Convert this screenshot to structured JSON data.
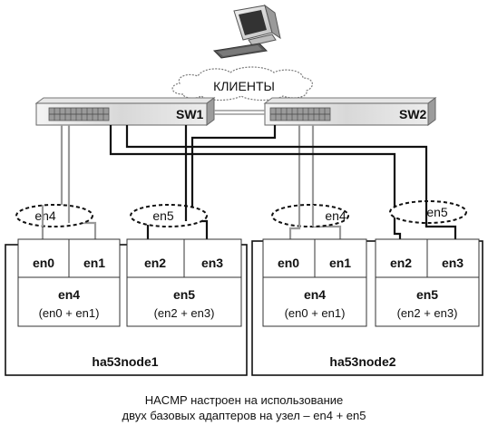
{
  "network": {
    "clients_label": "КЛИЕНТЫ",
    "switch1_label": "SW1",
    "switch2_label": "SW2"
  },
  "node1": {
    "name": "ha53node1",
    "adapters": [
      "en0",
      "en1",
      "en2",
      "en3"
    ],
    "agg1": {
      "name": "en4",
      "members": "(en0 + en1)"
    },
    "agg2": {
      "name": "en5",
      "members": "(en2 + en3)"
    },
    "ellipse1": "en4",
    "ellipse2": "en5"
  },
  "node2": {
    "name": "ha53node2",
    "adapters": [
      "en0",
      "en1",
      "en2",
      "en3"
    ],
    "agg1": {
      "name": "en4",
      "members": "(en0 + en1)"
    },
    "agg2": {
      "name": "en5",
      "members": "(en2 + en3)"
    },
    "ellipse1": "en4",
    "ellipse2": "en5"
  },
  "caption": {
    "line1": "HACMP настроен на использование",
    "line2": "двух базовых адаптеров на узел – en4 + en5"
  }
}
